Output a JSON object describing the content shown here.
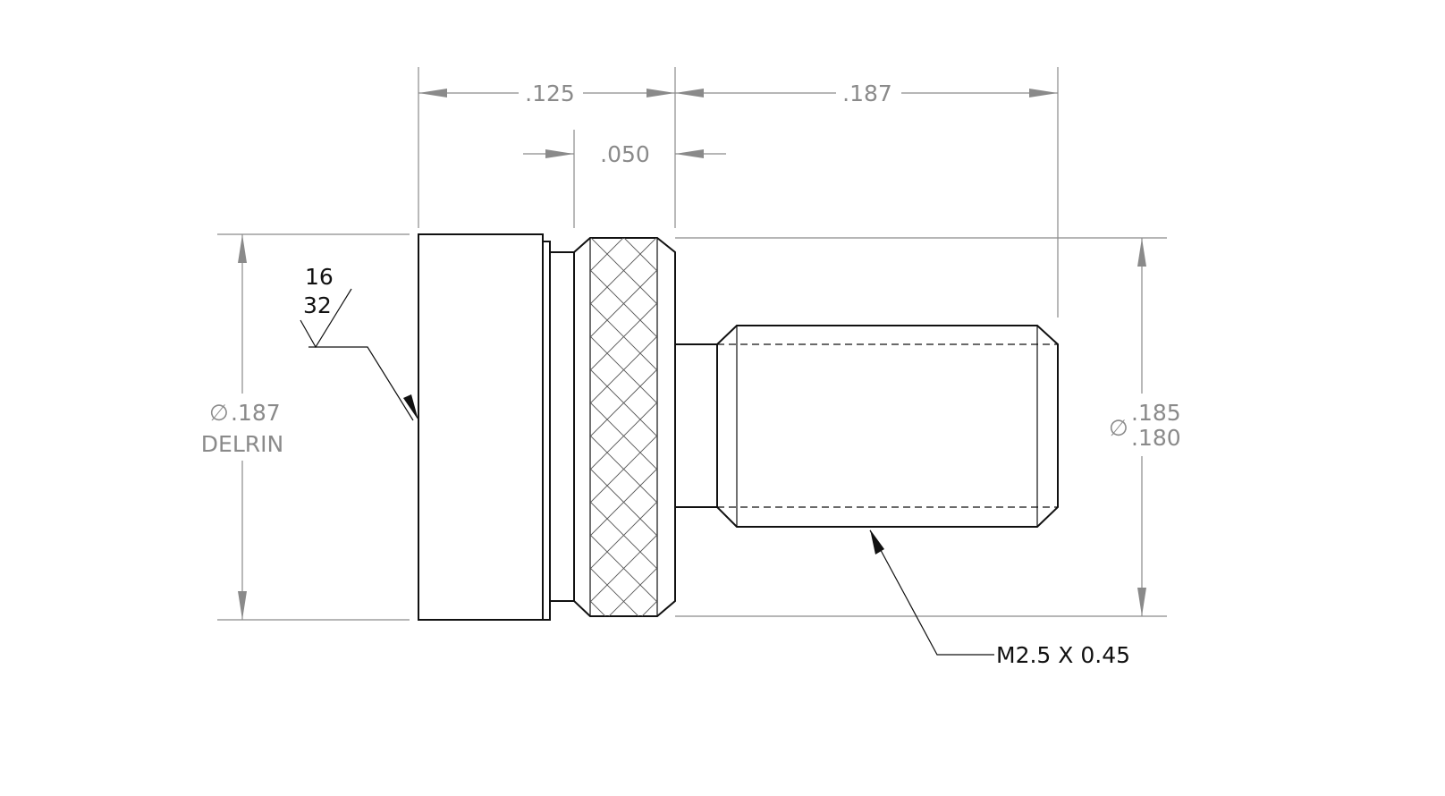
{
  "dimensions": {
    "overall_head_length": ".125",
    "knurl_width": ".050",
    "thread_length": ".187",
    "head_diameter_symbol": "∅",
    "head_diameter_value": ".187",
    "material": "DELRIN",
    "knurl_diameter_symbol": "∅",
    "knurl_diameter_upper": ".185",
    "knurl_diameter_lower": ".180"
  },
  "surface_finish": {
    "upper": "16",
    "lower": "32"
  },
  "thread_callout": "M2.5 X 0.45",
  "colors": {
    "object_line": "#111111",
    "dimension_line": "#8a8a8a",
    "background": "#ffffff"
  }
}
